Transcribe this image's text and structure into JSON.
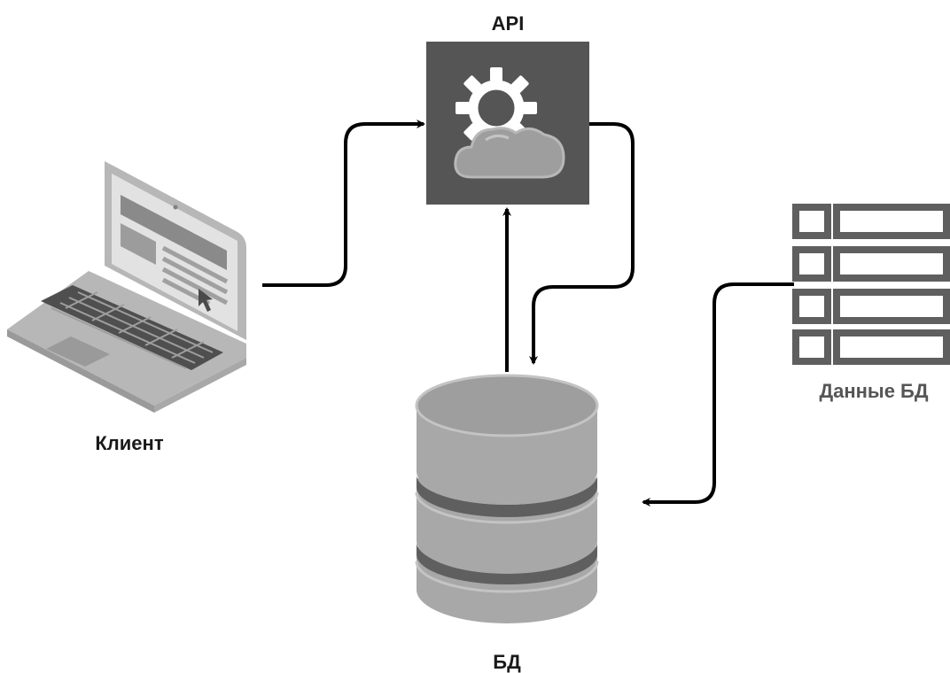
{
  "nodes": {
    "api": {
      "label": "API",
      "icon": "cloud-gear-icon"
    },
    "client": {
      "label": "Клиент",
      "icon": "laptop-icon"
    },
    "database": {
      "label": "БД",
      "icon": "database-icon"
    },
    "db_data": {
      "label": "Данные БД",
      "icon": "table-rows-icon"
    }
  },
  "edges": [
    {
      "from": "client",
      "to": "api"
    },
    {
      "from": "api",
      "to": "database"
    },
    {
      "from": "database",
      "to": "api"
    },
    {
      "from": "db_data",
      "to": "database"
    }
  ],
  "colors": {
    "api_box": "#555555",
    "icon_grey": "#9e9e9e",
    "icon_light": "#c4c4c4",
    "icon_dark": "#5f5f5f",
    "arrow": "#000000"
  }
}
